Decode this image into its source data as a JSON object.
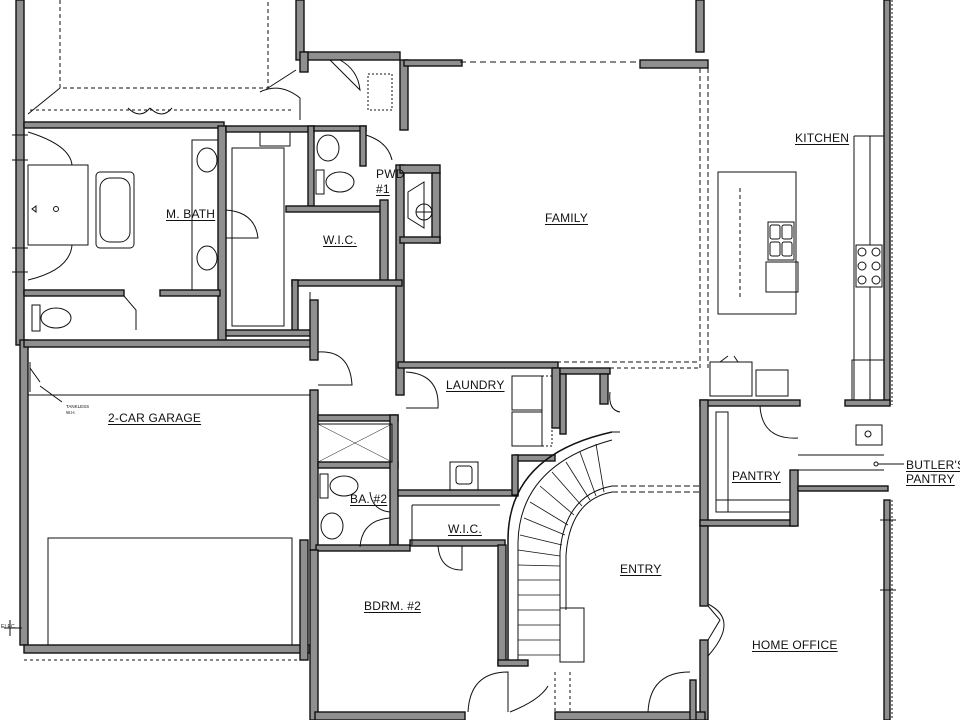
{
  "rooms": {
    "kitchen": "KITCHEN",
    "family": "FAMILY",
    "pwd": "PWD",
    "pwd_num": "#1",
    "m_bath": "M. BATH",
    "wic_master": "W.I.C.",
    "laundry": "LAUNDRY",
    "garage": "2-CAR GARAGE",
    "garage_note_1": "TANKLESS",
    "garage_note_2": "W.H.",
    "ba2": "BA. #2",
    "wic2": "W.I.C.",
    "pantry": "PANTRY",
    "butlers_pantry_1": "BUTLER'S",
    "butlers_pantry_2": "PANTRY",
    "entry": "ENTRY",
    "bdrm2": "BDRM. #2",
    "home_office": "HOME OFFICE",
    "edge_note": "ELEC."
  }
}
